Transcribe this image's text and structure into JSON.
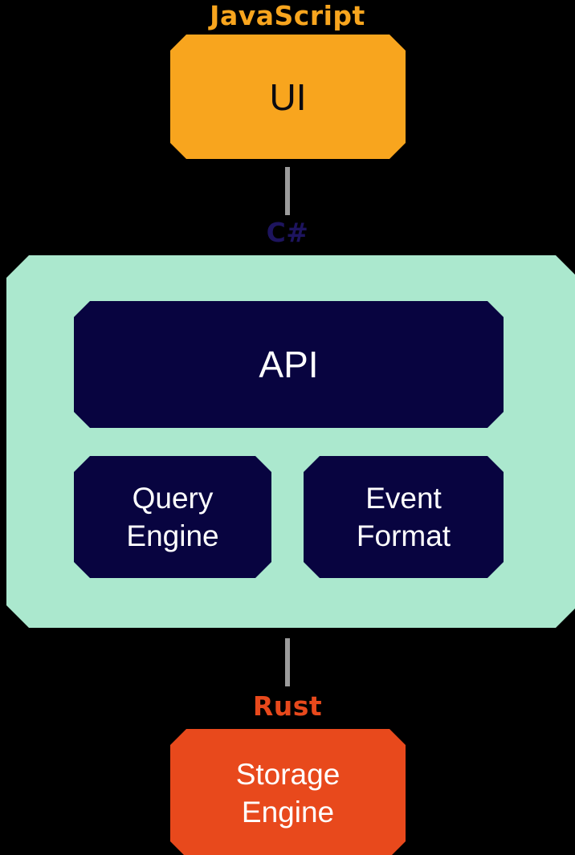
{
  "labels": {
    "javascript": {
      "text": "JavaScript",
      "color": "#F8A51E"
    },
    "csharp": {
      "text": "C#",
      "color": "#1D145E"
    },
    "rust": {
      "text": "Rust",
      "color": "#E8491C"
    }
  },
  "nodes": {
    "ui": {
      "label": "UI",
      "bg": "#F8A51E",
      "text_color": "#0B0B10"
    },
    "api": {
      "label": "API",
      "bg": "#080440",
      "text_color": "#FFFFFF"
    },
    "query_engine": {
      "label": "Query Engine",
      "bg": "#080440",
      "text_color": "#FFFFFF"
    },
    "event_format": {
      "label": "Event Format",
      "bg": "#080440",
      "text_color": "#FFFFFF"
    },
    "storage_engine": {
      "label": "Storage Engine",
      "bg": "#E8491C",
      "text_color": "#FFFFFF"
    }
  },
  "container": {
    "bg": "#ABE8CE"
  },
  "connectors": {
    "color": "#9B9B9B",
    "count": 2
  },
  "background": "#000000"
}
